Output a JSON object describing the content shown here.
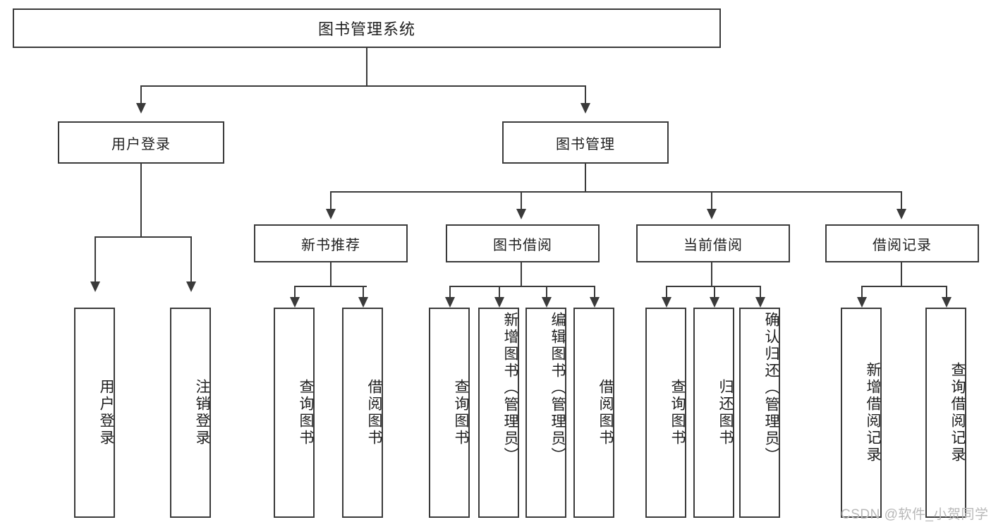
{
  "diagram": {
    "title": "图书管理系统",
    "type": "tree-hierarchy",
    "root": {
      "label": "图书管理系统"
    },
    "level2": [
      {
        "label": "用户登录"
      },
      {
        "label": "图书管理"
      }
    ],
    "level3": [
      {
        "label": "新书推荐"
      },
      {
        "label": "图书借阅"
      },
      {
        "label": "当前借阅"
      },
      {
        "label": "借阅记录"
      }
    ],
    "leaves": {
      "user_login": [
        {
          "label": "用户登录"
        },
        {
          "label": "注销登录"
        }
      ],
      "new_book_recommend": [
        {
          "label": "查询图书"
        },
        {
          "label": "借阅图书"
        }
      ],
      "book_borrow": [
        {
          "label": "查询图书"
        },
        {
          "label": "新增图书（管理员）"
        },
        {
          "label": "编辑图书（管理员）"
        },
        {
          "label": "借阅图书"
        }
      ],
      "current_borrow": [
        {
          "label": "查询图书"
        },
        {
          "label": "归还图书"
        },
        {
          "label": "确认归还（管理员）"
        }
      ],
      "borrow_record": [
        {
          "label": "新增借阅记录"
        },
        {
          "label": "查询借阅记录"
        }
      ]
    }
  },
  "watermark": {
    "text": "CSDN @软件_小贺同学"
  },
  "colors": {
    "stroke": "#3a3a3a",
    "background": "#ffffff",
    "text": "#1f1f1f",
    "watermark": "#b8b8b8"
  }
}
